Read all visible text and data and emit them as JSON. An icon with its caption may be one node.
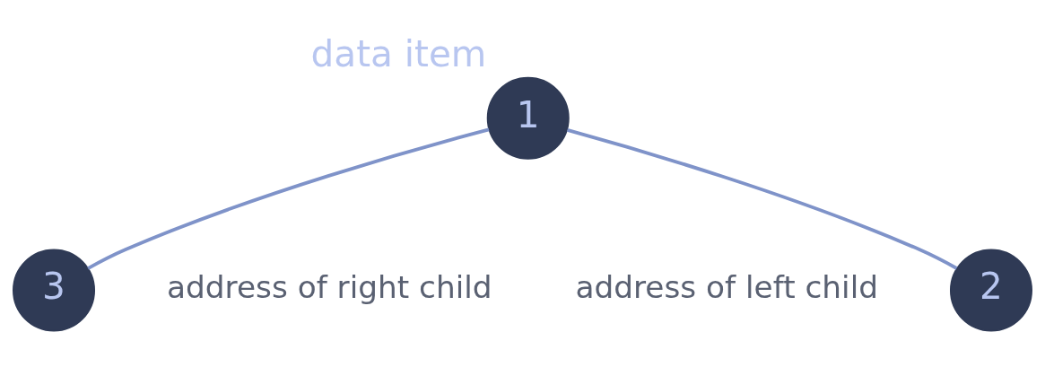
{
  "diagram": {
    "nodes": [
      {
        "text": [
          "1"
        ],
        "beside": [
          "data item"
        ]
      },
      {
        "text": [
          "2"
        ]
      },
      {
        "text": [
          "3"
        ]
      }
    ],
    "edges": [
      {
        "from": 0,
        "to": 1,
        "arrow": "none"
      },
      {
        "from": 0,
        "to": 2,
        "arrow": "none"
      }
    ],
    "labels": [
      "address of left child",
      "address of right child"
    ]
  }
}
